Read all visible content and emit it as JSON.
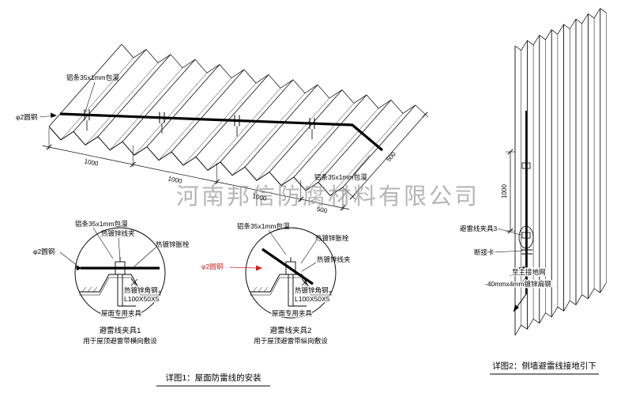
{
  "colors": {
    "line": "#000000",
    "red": "#d02020",
    "watermark": "#9a9a9a"
  },
  "watermark": "河南邦信防腐材料有限公司",
  "roof_view": {
    "alu_strip_top": "铝条35x1mm包漫",
    "alu_strip_right": "铝条35x1mm包漫",
    "round_steel": "φ2圆钢",
    "dims": [
      "1000",
      "1000",
      "1000",
      "500"
    ],
    "dim_side": "500"
  },
  "detail1": {
    "labels": {
      "alu_strip": "铝条35x1mm包漫",
      "wire_clamp": "热镀锌线夹",
      "expansion_bolt": "热镀锌胀栓",
      "round_steel": "φ2圆钢",
      "angle_steel": "热镀锌角钢",
      "angle_steel_spec": "L100X50X5",
      "roof_fixture": "屋面专用夹具"
    },
    "title": "避雷线夹具1",
    "subtitle": "用于屋顶避雷带横向敷设"
  },
  "detail2": {
    "labels": {
      "alu_strip": "铝条35x1mm包漫",
      "wire_clamp": "热镀锌线夹",
      "expansion_bolt": "热镀锌胀栓",
      "round_steel": "φ2圆钢",
      "angle_steel": "热镀锌角钢",
      "angle_steel_spec": "L100X50X5",
      "roof_fixture": "屋面专用夹具"
    },
    "title": "避雷线夹具2",
    "subtitle": "用于屋顶避雷带纵向敷设"
  },
  "wall_view": {
    "dim_height": "1000",
    "labels": {
      "wire_clamp3": "避雷线夹具3",
      "disconnect_card": "断接卡",
      "to_ground_grid": "至主接地网",
      "flat_steel": "-40mmx4mm镀锌扁钢"
    }
  },
  "captions": {
    "figure1": "详图1：屋面防雷线的安装",
    "figure2": "详图2：侧墙避雷线接地引下"
  }
}
